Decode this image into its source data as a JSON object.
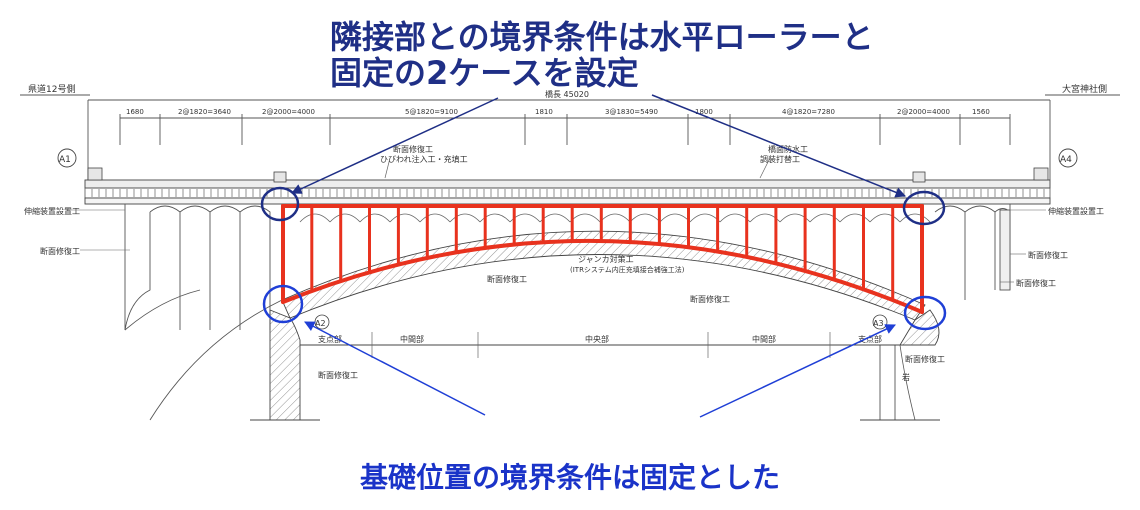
{
  "callouts": {
    "top_line1": "隣接部との境界条件は水平ローラーと",
    "top_line2": "固定の2ケースを設定",
    "bottom": "基礎位置の境界条件は固定とした"
  },
  "drawing": {
    "left_road": "県道12号側",
    "right_road": "大宮神社側",
    "total_length": "橋長 45020",
    "spans": [
      "1680",
      "2@1820=3640",
      "2@2000=4000",
      "5@1820=9100",
      "1810",
      "3@1830=5490",
      "1800",
      "4@1820=7280",
      "2@2000=4000",
      "1560"
    ],
    "abutment_a1": "A1",
    "abutment_a4": "A4",
    "pier_a2": "A2",
    "pier_a3": "A3",
    "note_center_1": "断面修復工",
    "note_center_2": "ひびわれ注入工・充填工",
    "note_right_1": "橋面防水工",
    "note_right_2": "調装打替工",
    "left_label_1": "伸縮装置設置工",
    "left_label_2": "断面修復工",
    "right_label_1": "伸縮装置設置工",
    "right_label_2": "断面修復工",
    "right_label_3": "断面修復工",
    "mid_label_1": "断面修復工",
    "arch_note_1": "ジャンカ対策工",
    "arch_note_2": "(ITRシステム内圧充填接合補強工法)",
    "arch_label": "断面修復工",
    "zone_support_l": "支点部",
    "zone_mid_l": "中間部",
    "zone_center": "中央部",
    "zone_mid_r": "中間部",
    "zone_support_r": "支点部",
    "pier_label_l": "断面修復工",
    "pier_label_r": "断面修復工",
    "rock": "岩"
  },
  "colors": {
    "frame": "#e8321e",
    "boundary_ring": "#1f2f86",
    "foundation_ring": "#1f3fd6",
    "arrow_top": "#1f2f86",
    "arrow_bottom": "#1f3fd6"
  }
}
